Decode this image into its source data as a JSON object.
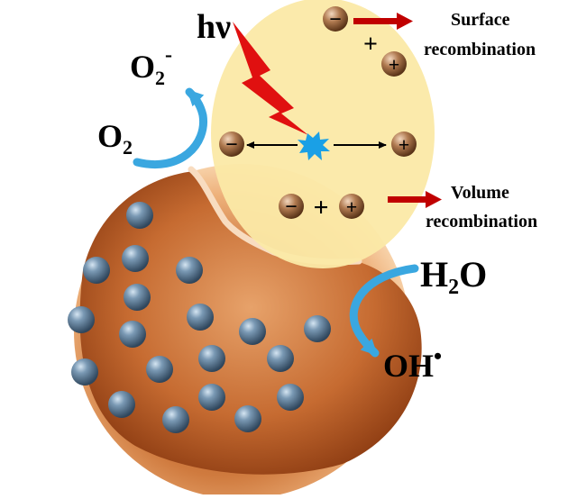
{
  "diagram": {
    "light_label": "hν",
    "oxygen": {
      "reactant": "O",
      "reactant_sub": "2",
      "product": "O",
      "product_sub": "2",
      "product_sup": "-"
    },
    "water": {
      "reactant_h": "H",
      "reactant_sub": "2",
      "reactant_o": "O",
      "product": "OH",
      "product_sup": "•"
    },
    "surface_recombination": {
      "line1": "Surface",
      "line2": "recombination"
    },
    "volume_recombination": {
      "line1": "Volume",
      "line2": "recombination"
    },
    "charges": {
      "electron": "−",
      "hole": "+",
      "plus": "+"
    }
  },
  "colors": {
    "background": "#ffffff",
    "eggshell_outer": "#f6c89a",
    "eggshell_inner": "#c6682e",
    "particle": "#5a7a95",
    "light_bolt": "#e01010",
    "reaction_arrow": "#3aa7e0",
    "recombination_arrow": "#c00000",
    "excitation_zone": "#fbe9a6",
    "charge_carrier": "#9a6a44",
    "spark": "#1aa0e6"
  }
}
